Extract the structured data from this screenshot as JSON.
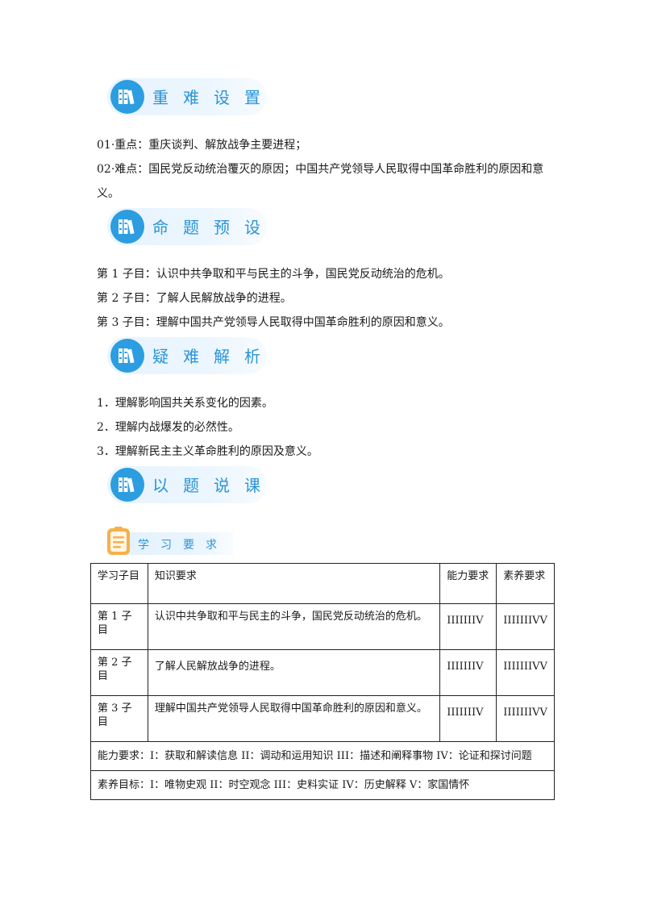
{
  "sections": [
    {
      "title": "重难设置",
      "icon": "books-icon"
    },
    {
      "title": "命题预设",
      "icon": "books-icon"
    },
    {
      "title": "疑难解析",
      "icon": "books-icon"
    },
    {
      "title": "以题说课",
      "icon": "books-icon"
    }
  ],
  "key_points": [
    "01·重点：重庆谈判、解放战争主要进程；",
    "02·难点：国民党反动统治覆灭的原因；中国共产党领导人民取得中国革命胜利的原因和意",
    "义。"
  ],
  "topics": [
    "第 1 子目：认识中共争取和平与民主的斗争，国民党反动统治的危机。",
    "第 2 子目：了解人民解放战争的进程。",
    "第 3 子目：理解中国共产党领导人民取得中国革命胜利的原因和意义。"
  ],
  "analysis": [
    "1．理解影响国共关系变化的因素。",
    "2．理解内战爆发的必然性。",
    "3．理解新民主主义革命胜利的原因及意义。"
  ],
  "study_banner": {
    "title": "学习要求",
    "icon": "clipboard-icon"
  },
  "table": {
    "headers": [
      "学习子目",
      "知识要求",
      "能力要求",
      "素养要求"
    ],
    "rows": [
      {
        "topic": "第 1 子目",
        "knowledge": "认识中共争取和平与民主的斗争，国民党反动统治的危机。",
        "ability": "IIIIIIIV",
        "literacy": "IIIIIIIVV"
      },
      {
        "topic": "第 2 子目",
        "knowledge": "了解人民解放战争的进程。",
        "ability": "IIIIIIIV",
        "literacy": "IIIIIIIVV"
      },
      {
        "topic": "第 3 子目",
        "knowledge": "理解中国共产党领导人民取得中国革命胜利的原因和意义。",
        "ability": "IIIIIIIV",
        "literacy": "IIIIIIIVV"
      }
    ],
    "ability_note": "能力要求：I：获取和解读信息 II：调动和运用知识 III：描述和阐释事物 IV：论证和探讨问题",
    "literacy_note": "素养目标：I：唯物史观 II：时空观念 III：史料实证 IV：历史解释 V：家国情怀"
  },
  "colors": {
    "accent": "#2a94d8",
    "badge": "#2c9de0",
    "banner_bg": "#eaf5fe",
    "clipboard": "#f6b04a"
  }
}
